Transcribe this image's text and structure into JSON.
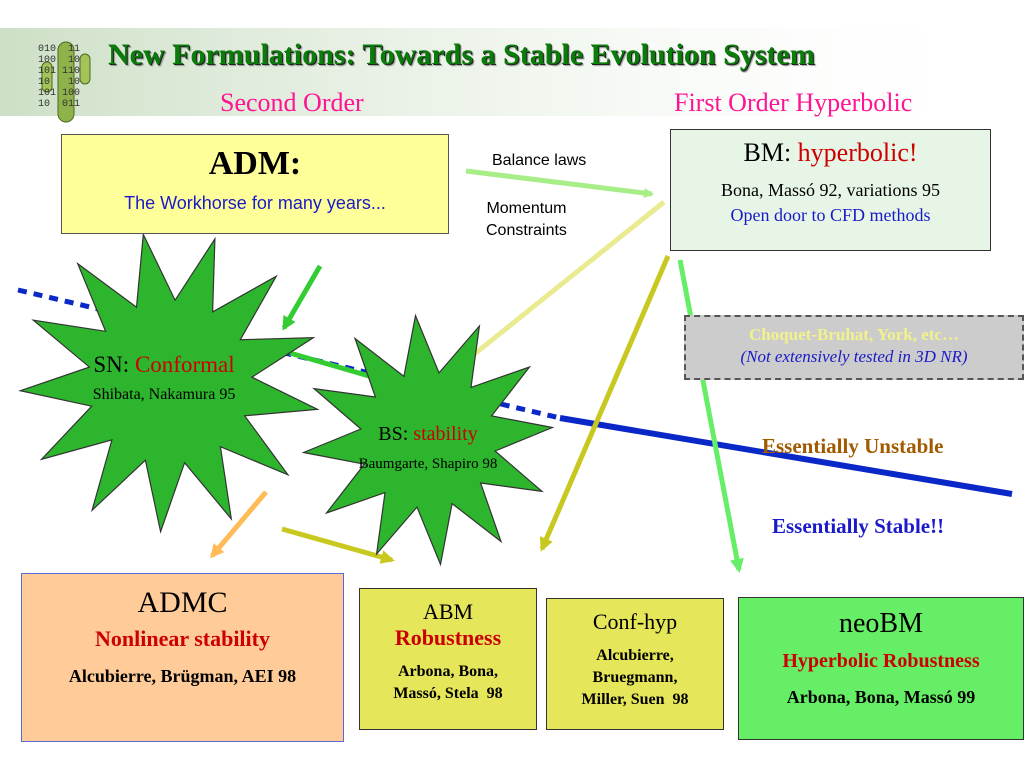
{
  "title": "New Formulations:  Towards a Stable Evolution System",
  "columns": {
    "left": "Second Order",
    "right": "First Order Hyperbolic"
  },
  "adm": {
    "heading": "ADM:",
    "subtitle": "The Workhorse for many years..."
  },
  "bm": {
    "heading": "BM: ",
    "heading_accent": "hyperbolic!",
    "authors": "Bona, Massó 92, variations 95",
    "note": "Open door to CFD methods"
  },
  "arrow_labels": {
    "balance": "Balance laws",
    "momentum": "Momentum\nConstraints"
  },
  "choquet": {
    "line1": "Choquet-Bruhat, York, etc…",
    "line2": "(Not extensively tested in 3D NR)"
  },
  "sn": {
    "prefix": "SN: ",
    "accent": "Conformal",
    "authors": "Shibata, Nakamura  95"
  },
  "bs": {
    "prefix": "BS: ",
    "accent": "stability",
    "authors": "Baumgarte, Shapiro 98"
  },
  "regions": {
    "unstable": "Essentially Unstable",
    "stable": "Essentially Stable!!"
  },
  "admc": {
    "heading": "ADMC",
    "subtitle": "Nonlinear stability",
    "authors": "Alcubierre, Brügman, AEI  98"
  },
  "abm": {
    "heading": "ABM",
    "subtitle": "Robustness",
    "authors": "Arbona, Bona,\nMassó, Stela  98"
  },
  "confhyp": {
    "heading": "Conf-hyp",
    "authors": "Alcubierre,\nBruegmann,\nMiller, Suen  98"
  },
  "neobm": {
    "heading": "neoBM",
    "subtitle": "Hyperbolic Robustness",
    "authors": "Arbona, Bona, Massó 99"
  },
  "logo_bits": [
    "010  11",
    "100  10",
    "101 110",
    "10   10",
    "101 100",
    "10  011"
  ],
  "colors": {
    "title": "#0a7c0a",
    "subtitle": "#ff1493",
    "accent_red": "#cc0000",
    "accent_blue": "#1a1ac8",
    "burst": "#2db52d",
    "divider": "#0a28c8",
    "adm_fill": "#ffff99",
    "bm_fill": "#e6f5e6",
    "admc_fill": "#ffcc99",
    "abm_fill": "#e6e65a",
    "neobm_fill": "#66ee66",
    "unstable_text": "#a05a00"
  }
}
